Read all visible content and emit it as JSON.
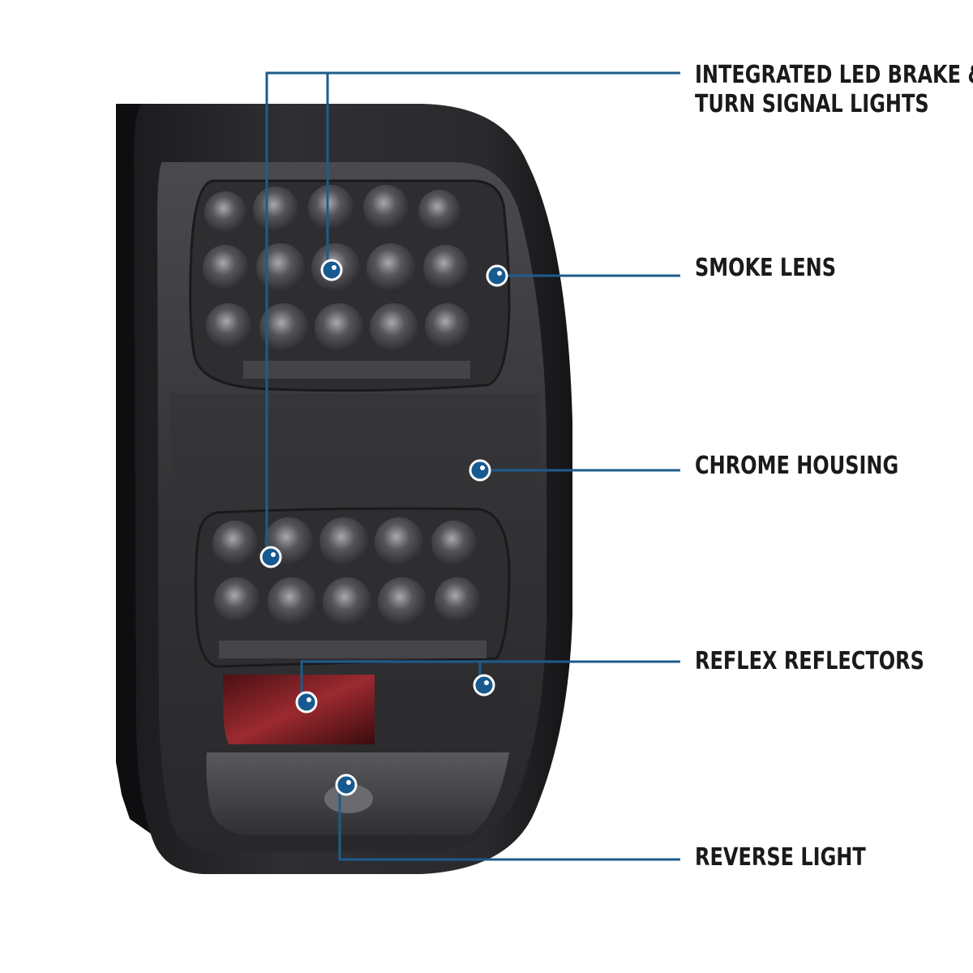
{
  "colors": {
    "callout_line": "#1d5c8c",
    "callout_dot": "#175a8f",
    "label_text": "#1a1a1a",
    "housing": "#2b2b2e",
    "lens_smoke": "#3a3a3d",
    "reflector_red": "#7a1a1f"
  },
  "callouts": [
    {
      "id": "led",
      "label_lines": [
        "INTEGRATED LED BRAKE &",
        "TURN SIGNAL LIGHTS"
      ]
    },
    {
      "id": "smoke",
      "label_lines": [
        "SMOKE LENS"
      ]
    },
    {
      "id": "chrome",
      "label_lines": [
        "CHROME HOUSING"
      ]
    },
    {
      "id": "reflex",
      "label_lines": [
        "REFLEX REFLECTORS"
      ]
    },
    {
      "id": "reverse",
      "label_lines": [
        "REVERSE LIGHT"
      ]
    }
  ]
}
